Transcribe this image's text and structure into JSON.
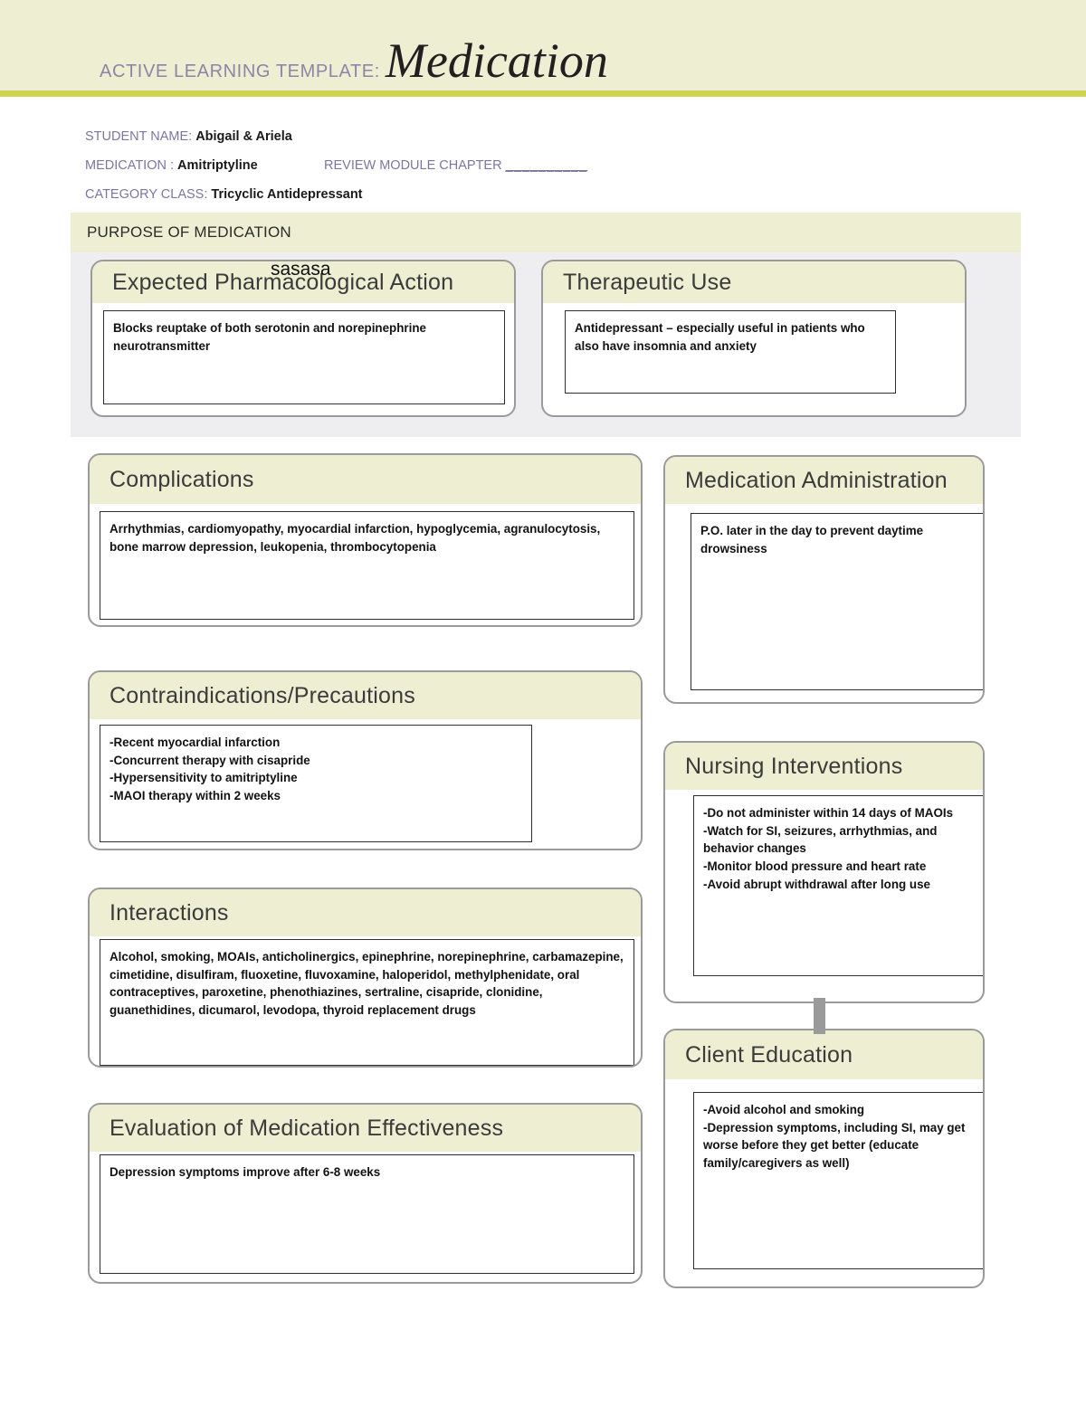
{
  "header": {
    "label": "ACTIVE LEARNING TEMPLATE:",
    "title": "Medication",
    "band_color": "#edeed2",
    "rule_color": "#ced44f"
  },
  "meta": {
    "student_label": "STUDENT NAME:",
    "student_value": "Abigail & Ariela",
    "medication_label": "MEDICATION :",
    "medication_value": "Amitriptyline",
    "review_module_label": "REVIEW MODULE CHAPTER",
    "review_module_blank": "__________",
    "category_label": "CATEGORY CLASS:",
    "category_value": "Tricyclic Antidepressant"
  },
  "purpose": {
    "section_label": "PURPOSE OF MEDICATION",
    "overlay_annotation": "sasasa",
    "expected_action": {
      "title": "Expected Pharmacological Action",
      "body": "Blocks reuptake of both serotonin and norepinephrine\nneurotransmitter"
    },
    "therapeutic_use": {
      "title": "Therapeutic Use",
      "body": "Antidepressant – especially useful in patients who\nalso have insomnia and anxiety"
    }
  },
  "left_column": {
    "complications": {
      "title": "Complications",
      "body": "Arrhythmias, cardiomyopathy, myocardial infarction, hypoglycemia, agranulocytosis,\nbone marrow depression, leukopenia, thrombocytopenia"
    },
    "contraindications": {
      "title": "Contraindications/Precautions",
      "body": "-Recent myocardial infarction\n-Concurrent therapy with cisapride\n-Hypersensitivity to amitriptyline\n-MAOI therapy within 2 weeks"
    },
    "interactions": {
      "title": "Interactions",
      "body": "Alcohol, smoking, MOAIs, anticholinergics, epinephrine, norepinephrine, carbamazepine,\ncimetidine, disulfiram, fluoxetine, fluvoxamine, haloperidol, methylphenidate, oral\ncontraceptives, paroxetine, phenothiazines, sertraline, cisapride, clonidine,\nguanethidines, dicumarol, levodopa, thyroid replacement drugs"
    },
    "evaluation": {
      "title": "Evaluation of Medication Effectiveness",
      "body": "Depression symptoms improve after 6-8 weeks"
    }
  },
  "right_column": {
    "administration": {
      "title": "Medication Administration",
      "body": "P.O. later in the day to prevent daytime\ndrowsiness"
    },
    "nursing_interventions": {
      "title": "Nursing Interventions",
      "body": "-Do not administer within 14 days of MAOIs\n-Watch for SI, seizures, arrhythmias, and\n behavior changes\n-Monitor blood pressure and heart rate\n-Avoid abrupt withdrawal after long use"
    },
    "client_education": {
      "title": "Client Education",
      "body": "-Avoid alcohol and smoking\n-Depression symptoms, including SI, may get\nworse before they get better (educate\nfamily/caregivers as well)"
    }
  }
}
